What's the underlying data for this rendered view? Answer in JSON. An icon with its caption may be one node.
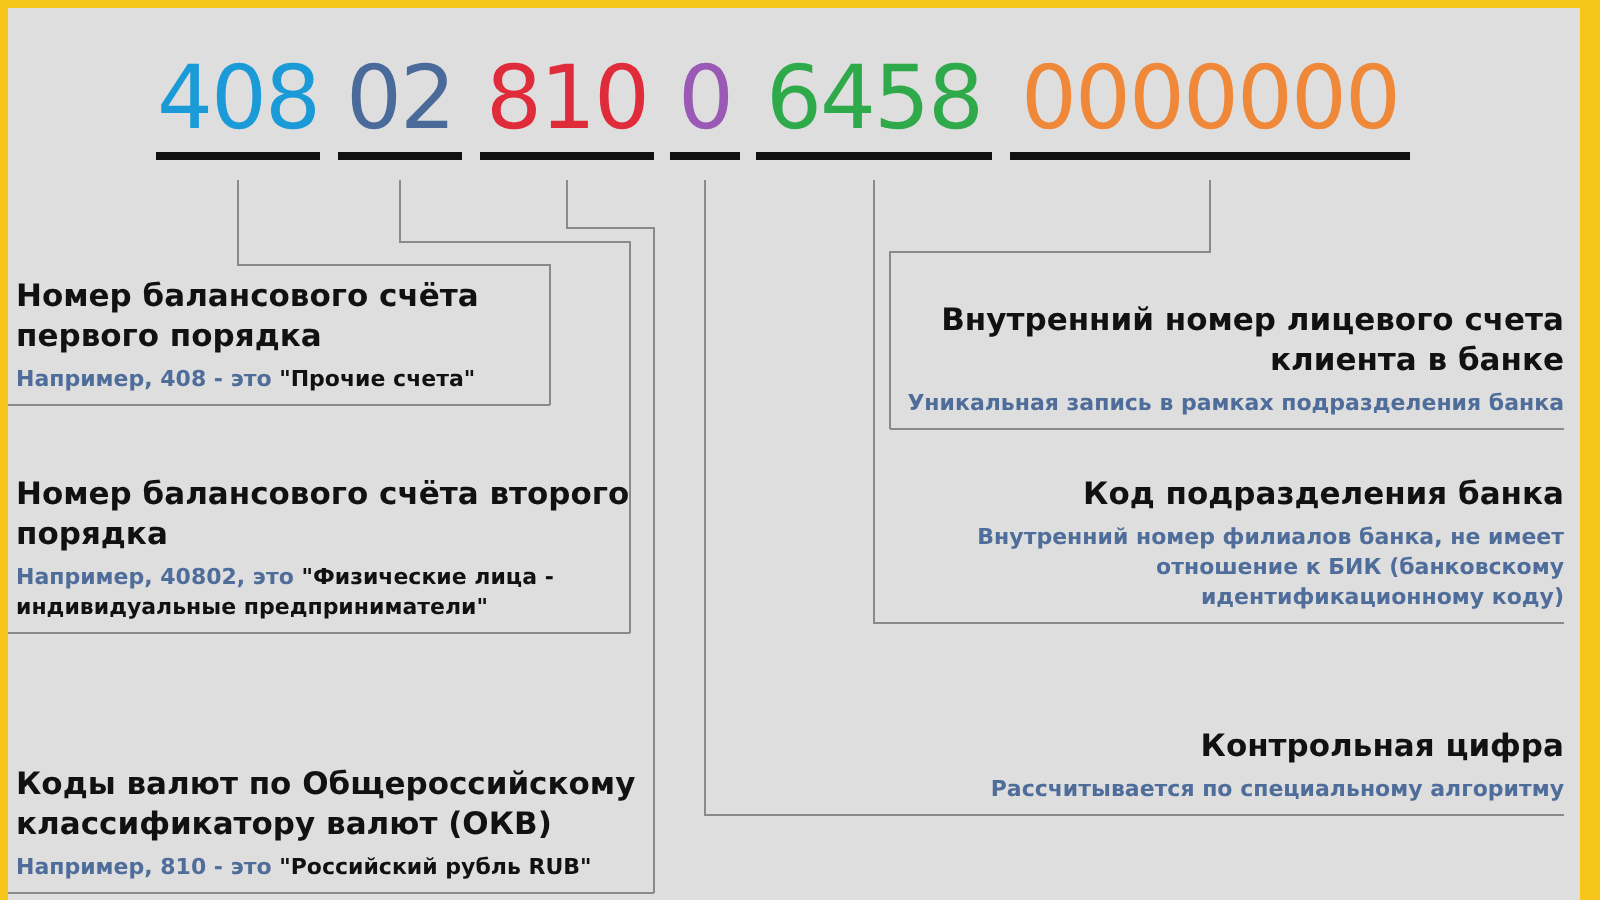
{
  "diagram": {
    "nodes": [
      {
        "text": [
          "408"
        ]
      },
      {
        "text": [
          "02"
        ]
      },
      {
        "text": [
          "810"
        ]
      },
      {
        "text": [
          "0"
        ]
      },
      {
        "text": [
          "6458"
        ]
      },
      {
        "text": [
          "0000000"
        ]
      },
      {
        "text": [
          "Номер балансового счёта первого порядка",
          "Например, 408 - это **\"Прочие счета\"**"
        ]
      },
      {
        "text": [
          "Номер балансового счёта второго порядка",
          "Например, 40802, это **\"Физические лица - индивидуальные предприниматели\"**"
        ]
      },
      {
        "text": [
          "Коды валют по Общероссийскому классификатору валют (ОКВ)",
          "Например, 810 - это **\"Российский рубль RUB\"**"
        ]
      },
      {
        "text": [
          "Внутренний номер лицевого счета клиента в банке",
          "Уникальная запись в рамках подразделения банка"
        ]
      },
      {
        "text": [
          "Код подразделения банка",
          "Внутренний номер филиалов банка, не имеет отношение к БИК (банковскому идентификационному коду)"
        ]
      },
      {
        "text": [
          "Контрольная цифра",
          "Рассчитывается по специальному алгоритму"
        ]
      }
    ],
    "edges": [
      {
        "from": 0,
        "to": 6,
        "arrow": "none"
      },
      {
        "from": 1,
        "to": 7,
        "arrow": "none"
      },
      {
        "from": 2,
        "to": 8,
        "arrow": "none"
      },
      {
        "from": 3,
        "to": 11,
        "arrow": "none"
      },
      {
        "from": 4,
        "to": 10,
        "arrow": "none"
      },
      {
        "from": 5,
        "to": 9,
        "arrow": "none"
      }
    ]
  }
}
